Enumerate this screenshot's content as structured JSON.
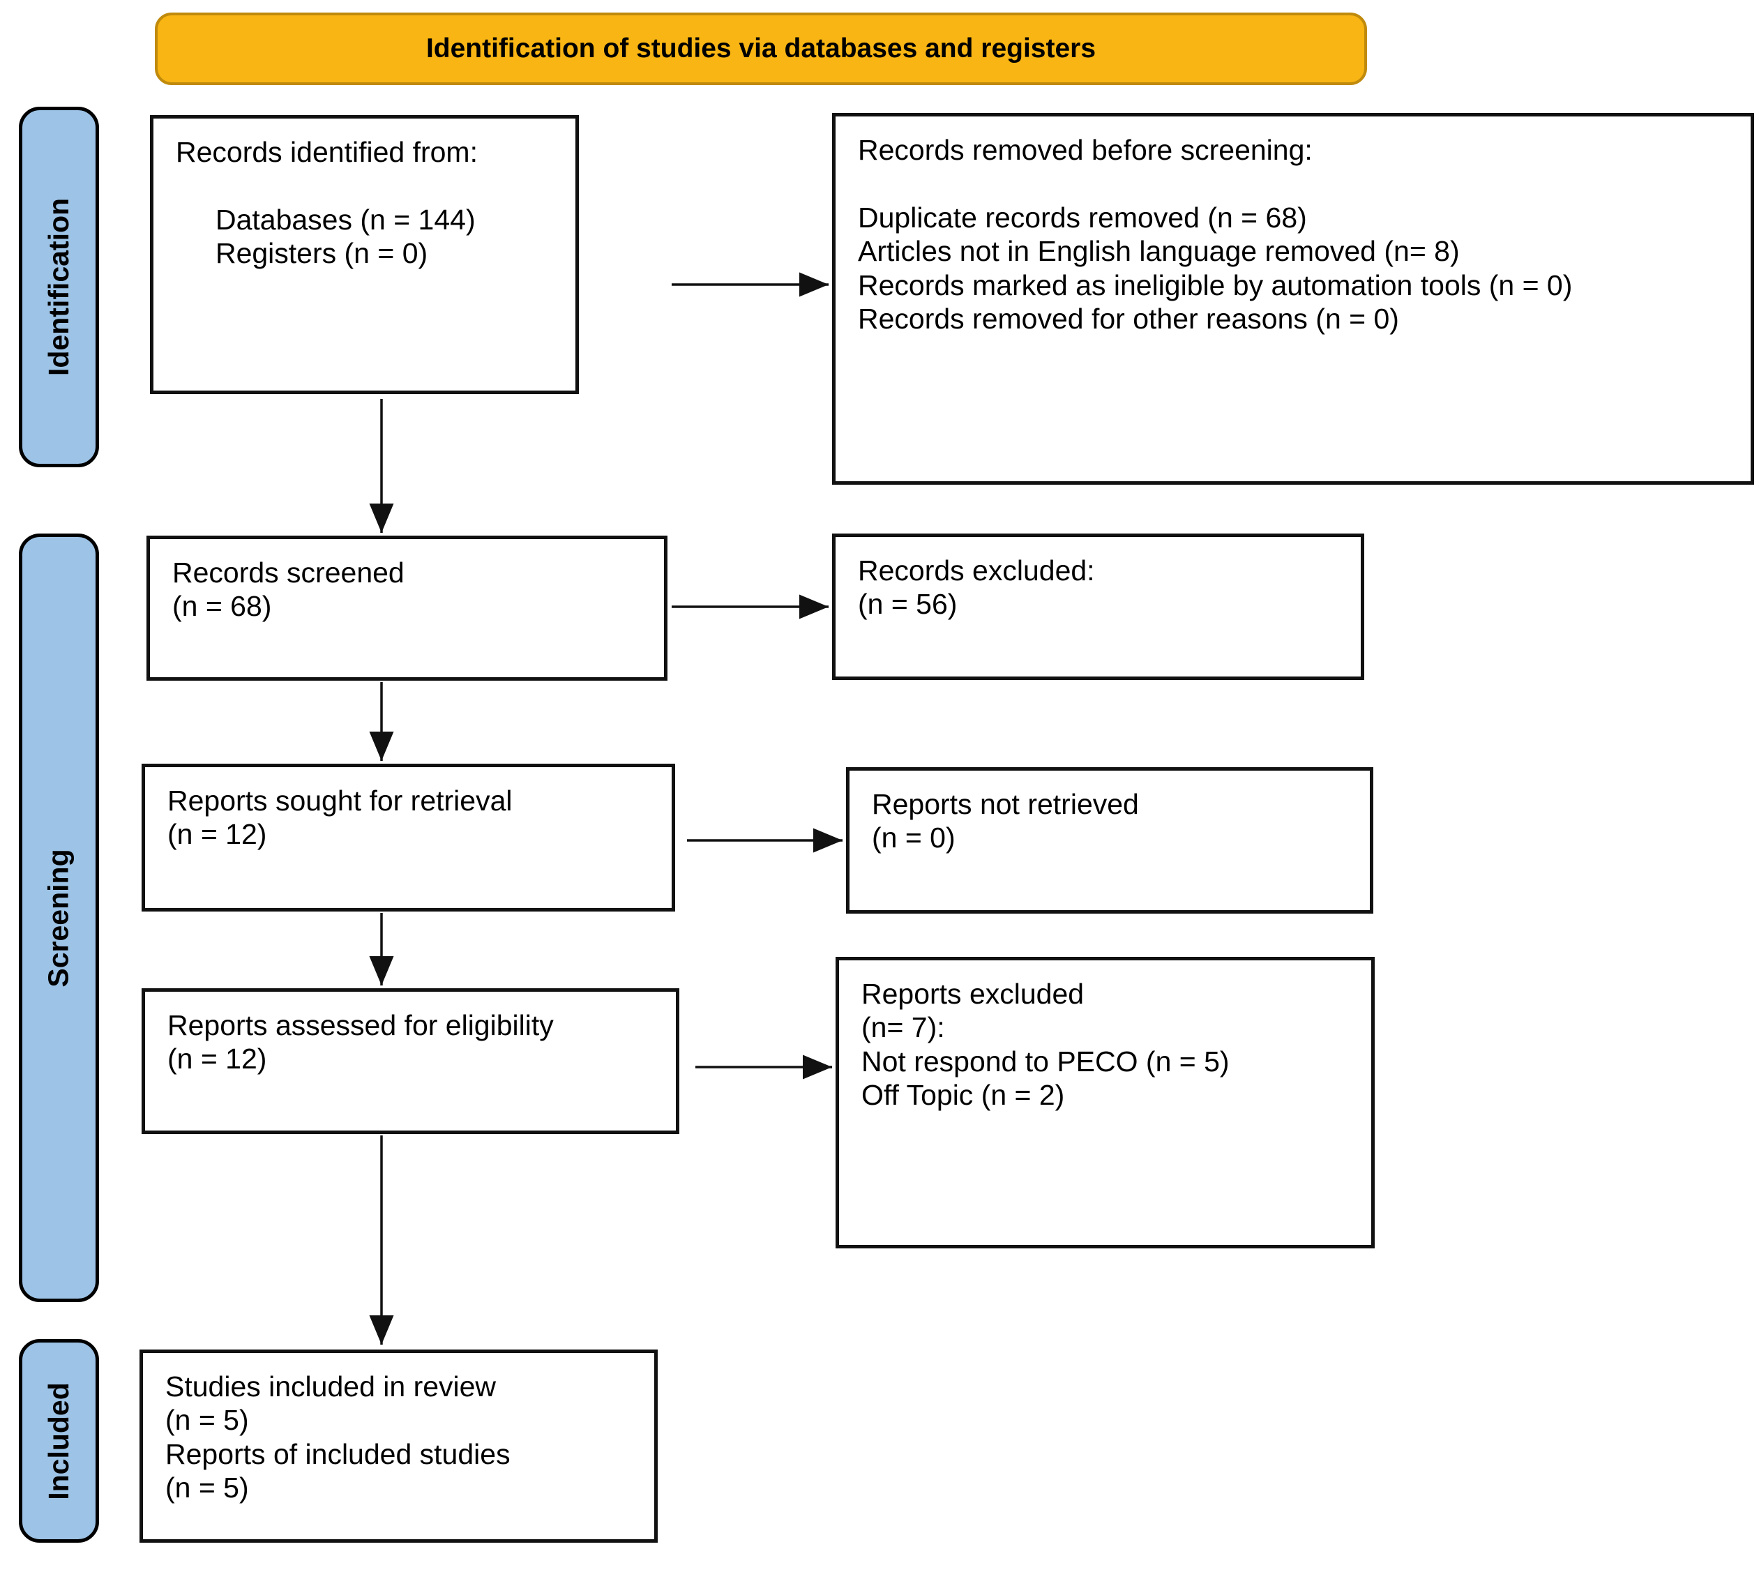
{
  "banner": {
    "title": "Identification of studies via databases and registers"
  },
  "sidebars": {
    "identification": "Identification",
    "screening": "Screening",
    "included": "Included"
  },
  "boxes": {
    "records_identified": "Records identified from:\n\n     Databases (n = 144)\n     Registers (n = 0)",
    "records_removed": "Records removed before screening:\n\nDuplicate records removed (n = 68)\nArticles not in English language removed (n= 8)\nRecords marked as ineligible by automation tools (n = 0)\nRecords removed for other reasons (n = 0)",
    "records_screened": "Records screened\n(n = 68)",
    "records_excluded": "Records excluded:\n(n = 56)",
    "reports_sought": "Reports sought for retrieval\n(n = 12)",
    "reports_not_retrieved": "Reports not retrieved\n(n = 0)",
    "reports_assessed": "Reports assessed for eligibility\n(n = 12)",
    "reports_excluded": "Reports excluded\n(n= 7):\nNot respond to PECO (n = 5)\nOff Topic (n = 2)",
    "studies_included": "Studies included in review\n(n = 5)\nReports of included studies\n(n = 5)"
  },
  "colors": {
    "banner_fill": "#F9B513",
    "banner_border": "#C08A0C",
    "sidebar_fill": "#9DC3E6",
    "sidebar_border": "#000000",
    "box_border": "#111111",
    "text": "#000000",
    "background": "#FFFFFF"
  }
}
